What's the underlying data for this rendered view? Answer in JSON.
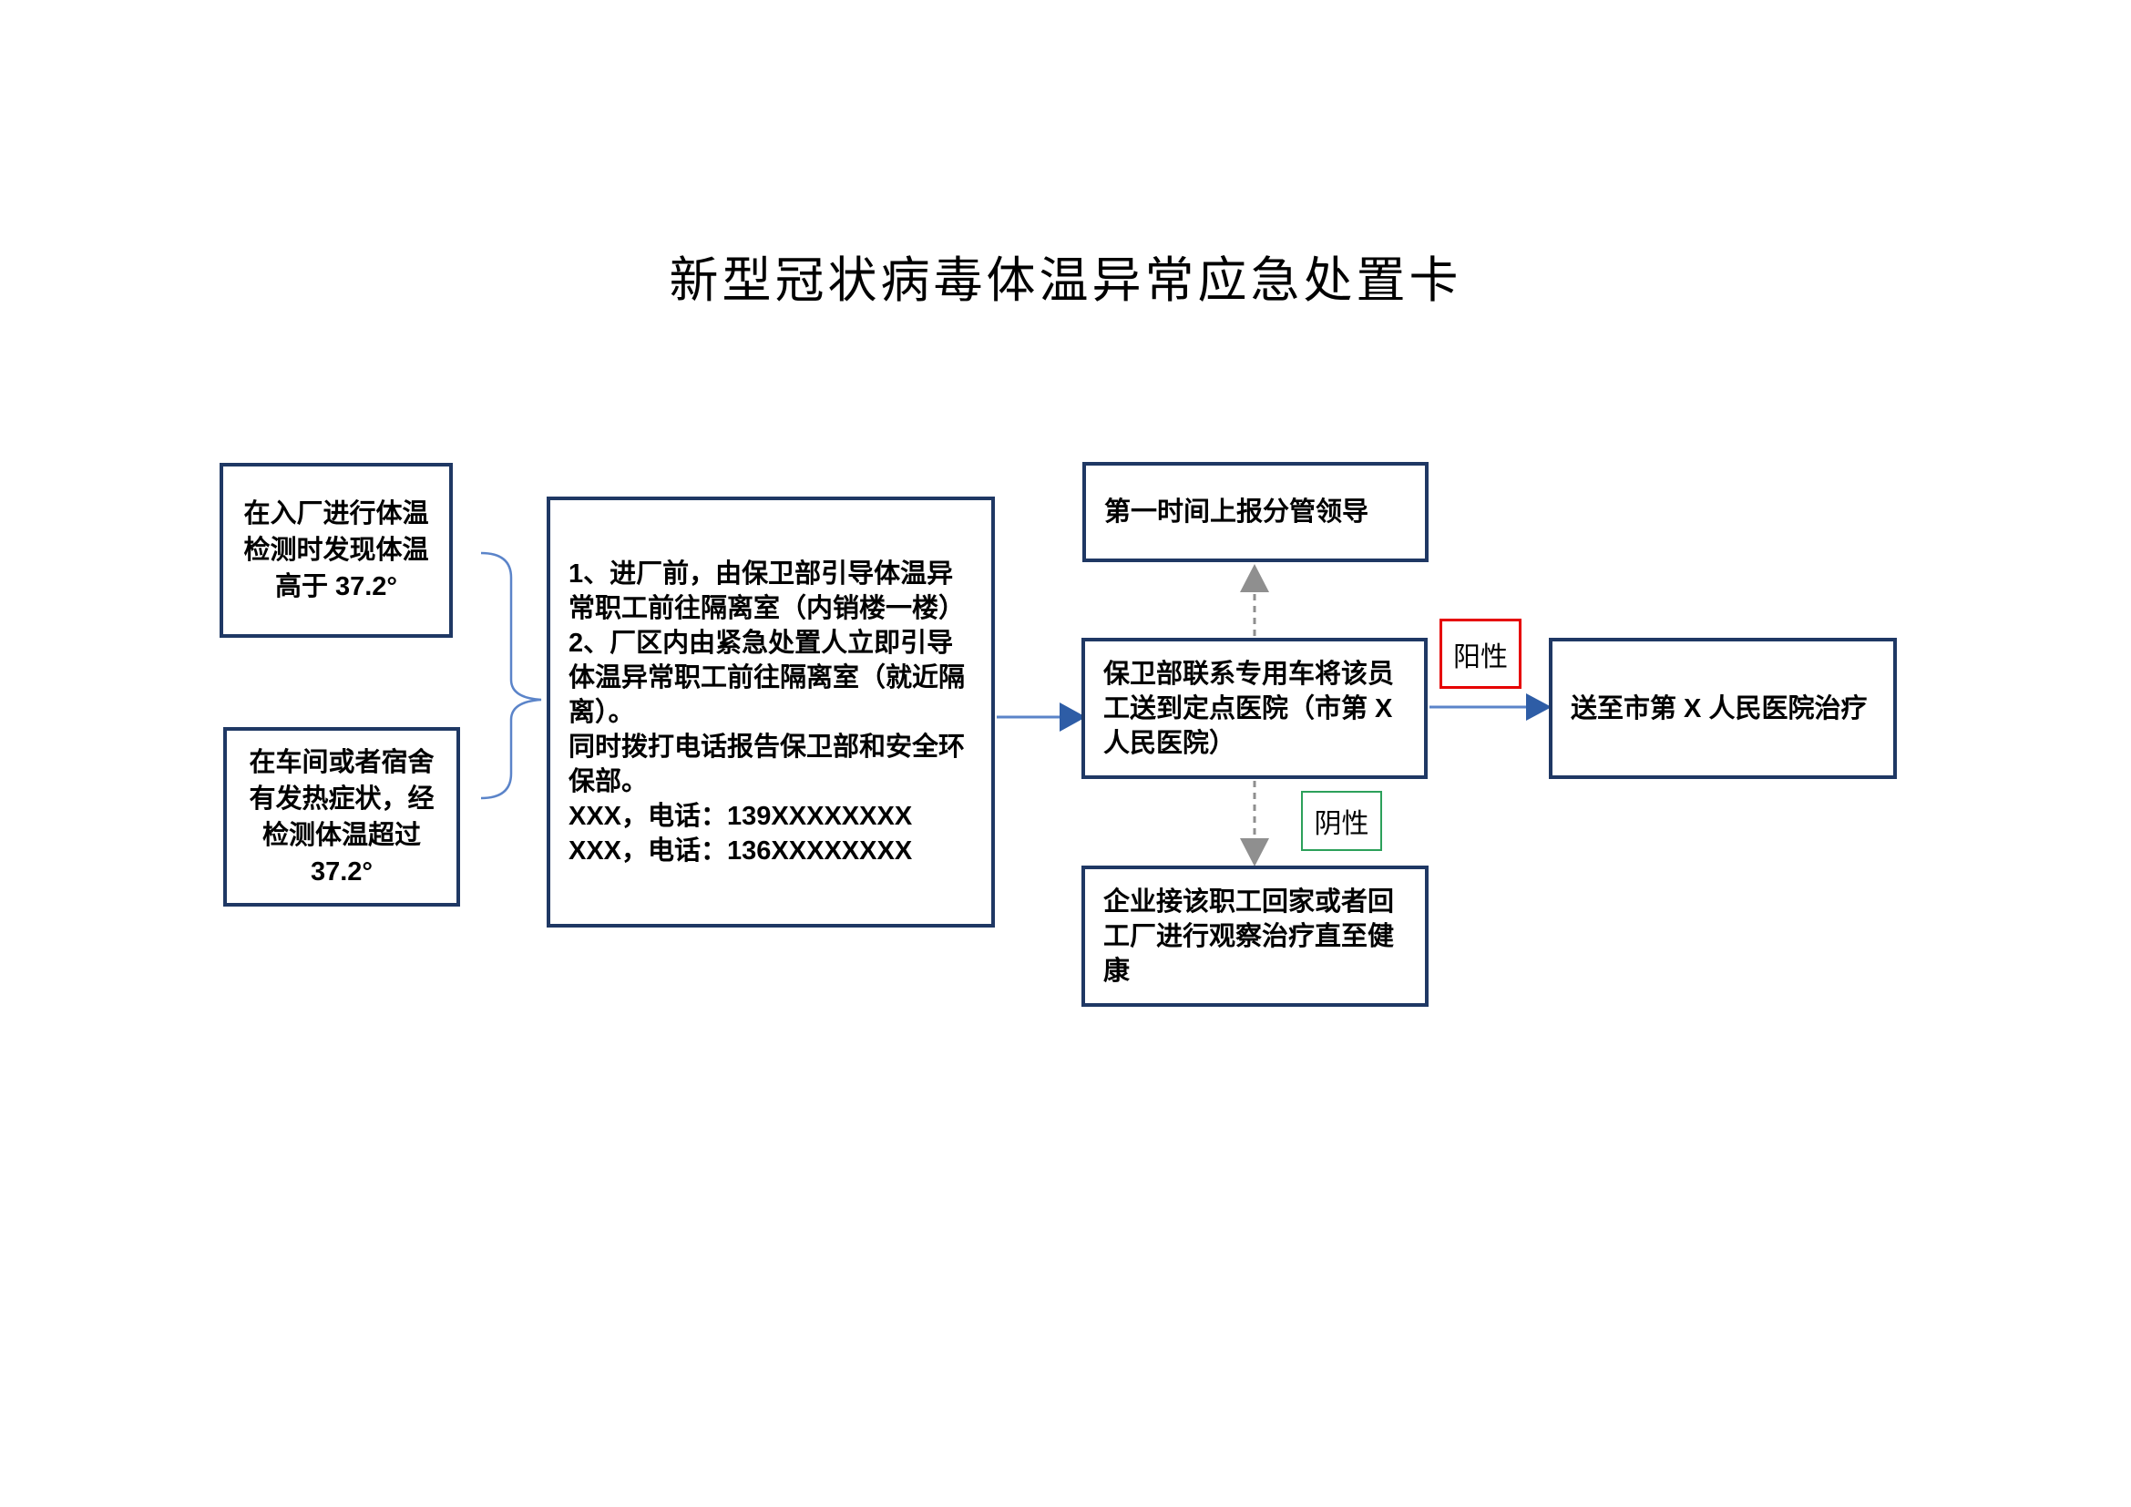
{
  "title": "新型冠状病毒体温异常应急处置卡",
  "colors": {
    "box_border": "#1f3864",
    "flow_blue_line": "#5b84c9",
    "flow_blue_head": "#2e5da6",
    "flow_gray": "#8f8f8f",
    "positive_red": "#e60000",
    "negative_green": "#2ca05a"
  },
  "boxes": {
    "entry_gate": {
      "lines": [
        "在入厂进行体温",
        "检测时发现体温",
        "高于 37.2°"
      ]
    },
    "entry_workshop": {
      "lines": [
        "在车间或者宿舍",
        "有发热症状，经",
        "检测体温超过",
        "37.2°"
      ]
    },
    "isolation": {
      "lines": [
        "1、进厂前，由保卫部引导体温异",
        "常职工前往隔离室（内销楼一楼）",
        "2、厂区内由紧急处置人立即引导",
        "体温异常职工前往隔离室（就近隔",
        "离）。",
        "同时拨打电话报告保卫部和安全环",
        "保部。",
        "XXX，电话：139XXXXXXXX",
        "XXX，电话：136XXXXXXXX"
      ]
    },
    "report_leader": {
      "label": "第一时间上报分管领导"
    },
    "transport_hospital": {
      "lines": [
        "保卫部联系专用车将该员",
        "工送到定点医院（市第 X",
        "人民医院）"
      ]
    },
    "observe_recover": {
      "lines": [
        "企业接该职工回家或者回",
        "工厂进行观察治疗直至健",
        "康"
      ]
    },
    "city_hospital": {
      "label": "送至市第 X 人民医院治疗"
    }
  },
  "labels": {
    "positive": "阳性",
    "negative": "阴性"
  }
}
